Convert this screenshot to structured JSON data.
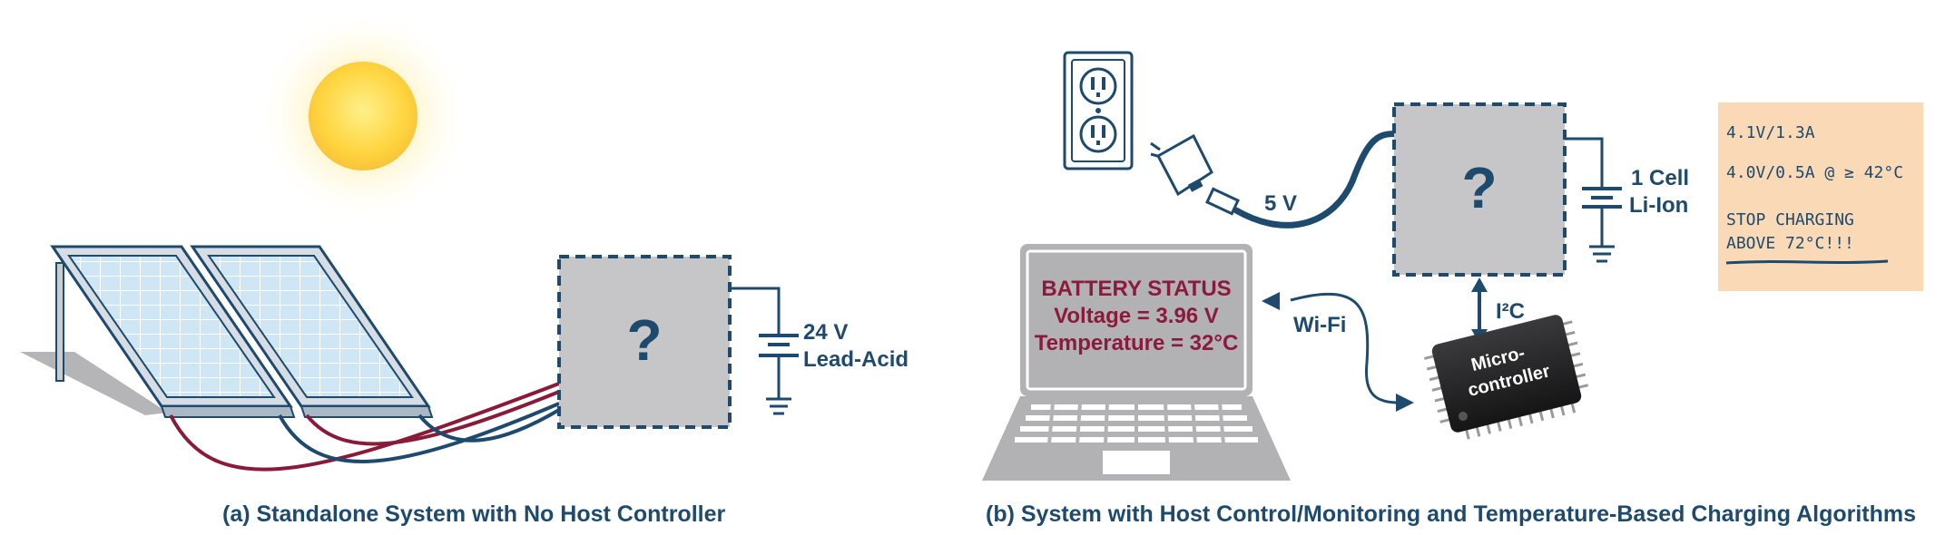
{
  "panel_a": {
    "controller_mark": "?",
    "battery_voltage": "24 V",
    "battery_type": "Lead-Acid",
    "caption": "(a) Standalone System with No Host Controller"
  },
  "panel_b": {
    "controller_mark": "?",
    "supply_voltage": "5 V",
    "battery_cells": "1 Cell",
    "battery_type": "Li-Ion",
    "screen_title": "BATTERY STATUS",
    "screen_voltage": "Voltage = 3.96 V",
    "screen_temperature": "Temperature = 32°C",
    "wifi_label": "Wi-Fi",
    "bus_label": "I²C",
    "mcu_line1": "Micro-",
    "mcu_line2": "controller",
    "caption": "(b) System with Host Control/Monitoring and Temperature-Based Charging Algorithms"
  },
  "sticky_note": {
    "line1": "4.1V/1.3A",
    "line2": "4.0V/0.5A @ ≥ 42°C",
    "line3": "STOP CHARGING",
    "line4": "ABOVE 72°C!!!"
  },
  "colors": {
    "navy": "#1e4a6e",
    "box_gray": "#c6c6c8",
    "wire_red": "#8a1a3a",
    "panel_blue": "#cde6f4",
    "note_bg": "#fad9b6",
    "status_red": "#8b1a3c"
  },
  "icons": [
    "sun-icon",
    "solar-panel-icon",
    "wall-outlet-icon",
    "usb-adapter-icon",
    "laptop-icon",
    "microcontroller-chip-icon",
    "battery-symbol-icon",
    "ground-symbol-icon"
  ]
}
